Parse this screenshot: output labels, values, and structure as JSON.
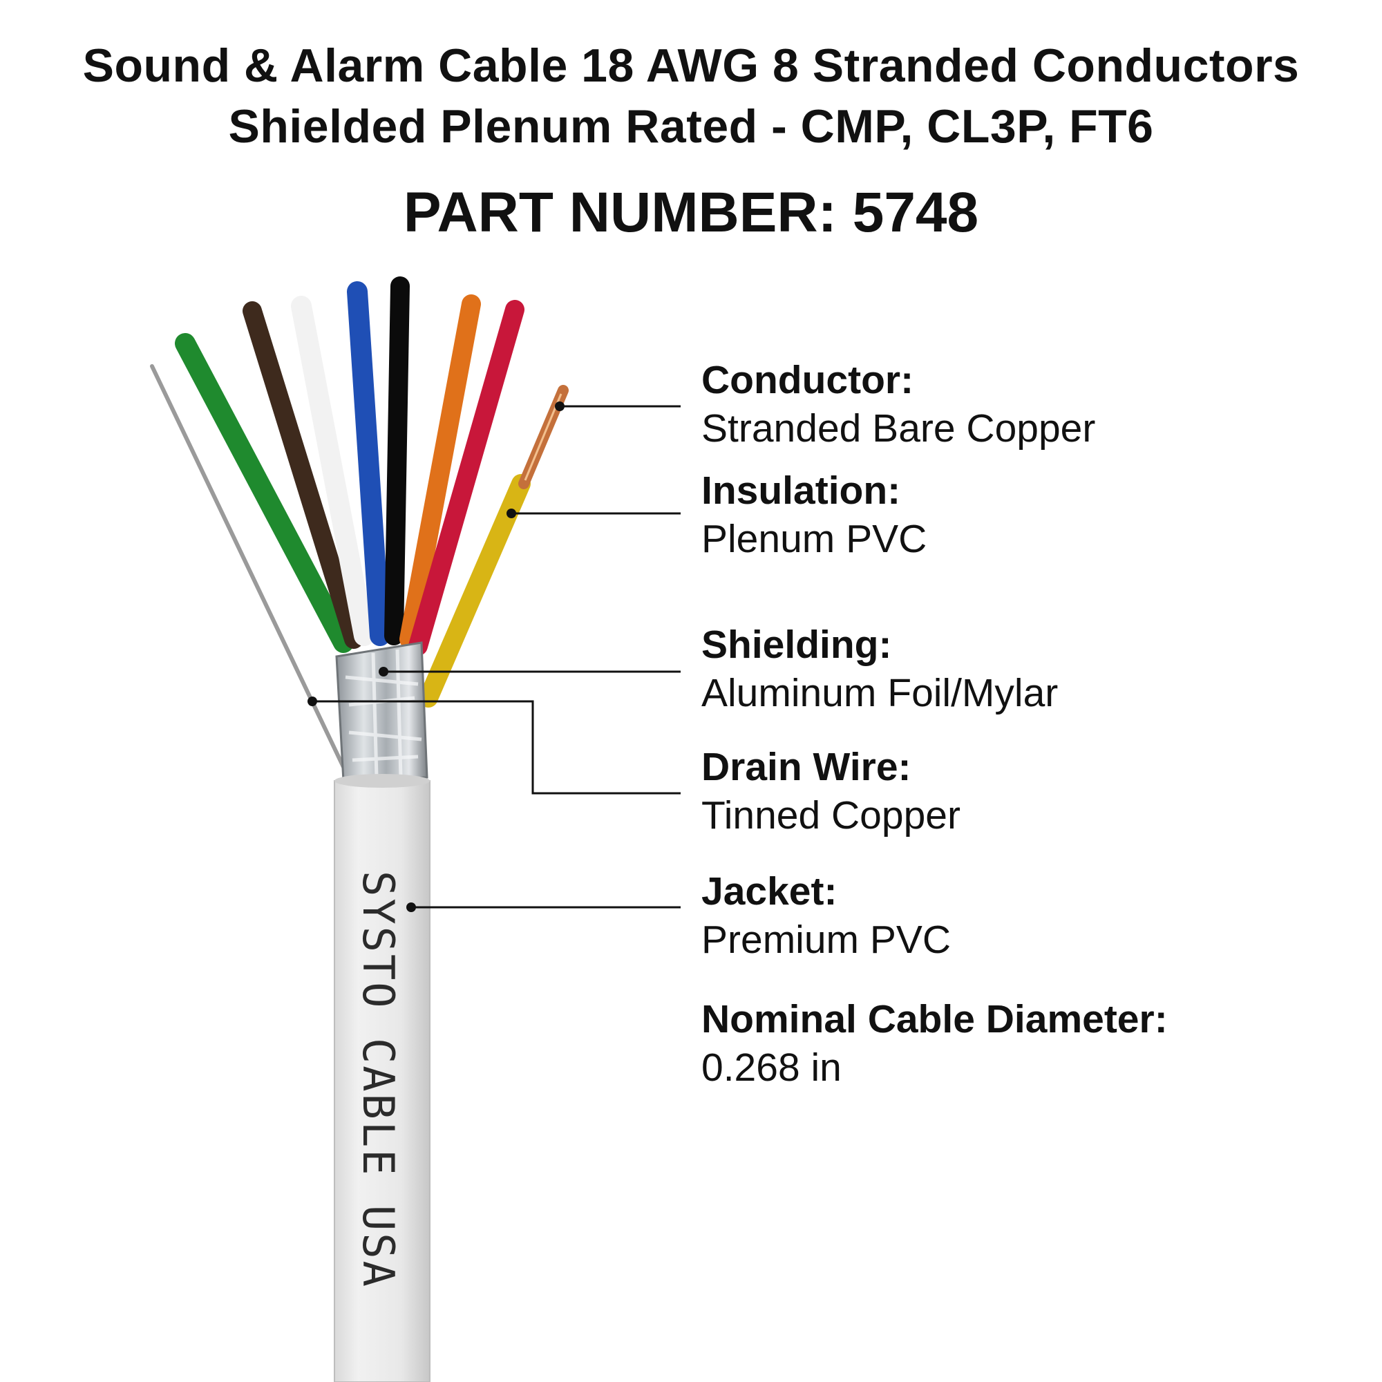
{
  "header": {
    "title_line1": "Sound & Alarm  Cable  18 AWG 8 Stranded Conductors",
    "title_line2": "Shielded Plenum Rated - CMP, CL3P, FT6",
    "part_number": "PART NUMBER: 5748"
  },
  "specs": [
    {
      "label": "Conductor:",
      "value": "Stranded Bare Copper"
    },
    {
      "label": "Insulation:",
      "value": "Plenum PVC"
    },
    {
      "label": "Shielding:",
      "value": "Aluminum Foil/Mylar"
    },
    {
      "label": "Drain Wire:",
      "value": "Tinned Copper"
    },
    {
      "label": "Jacket:",
      "value": "Premium PVC"
    },
    {
      "label": "Nominal Cable Diameter:",
      "value": "0.268 in"
    }
  ],
  "jacket_print": "SYSTO CABLE USA",
  "wire_colors": {
    "drain": "#9a9a9a",
    "green": "#1f8a2e",
    "brown": "#3e2a1d",
    "white": "#f2f2f2",
    "blue": "#1f4fb5",
    "black": "#0b0b0b",
    "orange": "#e0711a",
    "red": "#c8173a",
    "yellow": "#d8b515",
    "copper": "#c4703b",
    "jacket": "#e6e6e6",
    "foil": "#b9bec2"
  }
}
